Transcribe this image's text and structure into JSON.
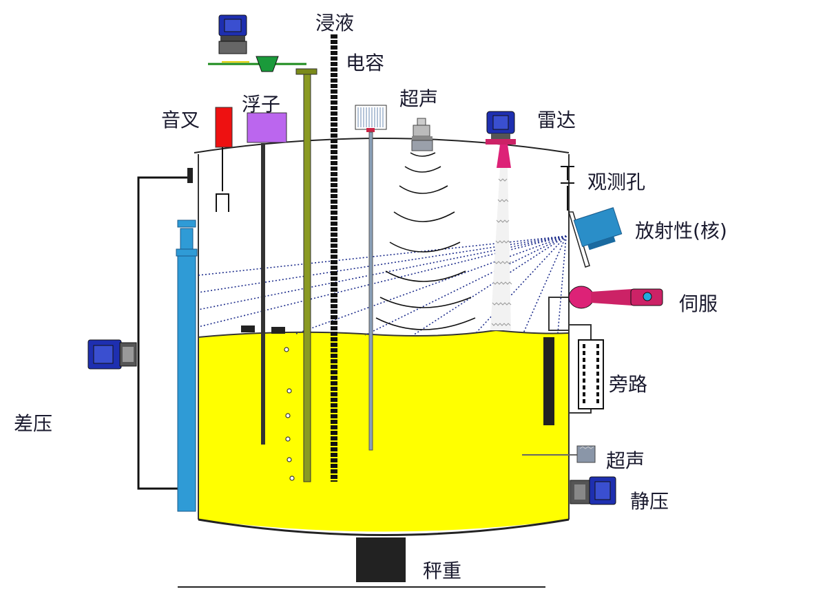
{
  "labels": {
    "immersion": "浸液",
    "capacitance": "电容",
    "ultrasonic_top": "超声",
    "radar": "雷达",
    "tuning_fork": "音叉",
    "float": "浮子",
    "sight_hole": "观测孔",
    "radioactive": "放射性(核)",
    "servo": "伺服",
    "bypass": "旁路",
    "ultrasonic_side": "超声",
    "static_pressure": "静压",
    "differential_pressure": "差压",
    "weighing": "秤重"
  },
  "colors": {
    "liquid": "#ffff00",
    "transmitter_blue": "#1e2fb0",
    "gauge_tube": "#2f9bd6",
    "tuning_fork": "#ee1111",
    "float_box": "#bb66ee",
    "float_rod": "#7a8a1a",
    "radioactive_box": "#2a8ec8",
    "servo": "#cc2266",
    "label_text": "#1a1a2e"
  }
}
